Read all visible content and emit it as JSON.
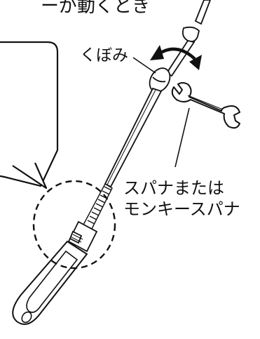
{
  "header": {
    "fragment_text": "ーが動くとき"
  },
  "labels": {
    "dent": "くぼみ",
    "tool_line1": "スパナまたは",
    "tool_line2": "モンキースパナ"
  },
  "colors": {
    "ink": "#111111",
    "background": "#ffffff"
  },
  "icons": {
    "rotation_arrow": "curved-double-arrow-icon",
    "wrench": "open-end-wrench-icon"
  }
}
